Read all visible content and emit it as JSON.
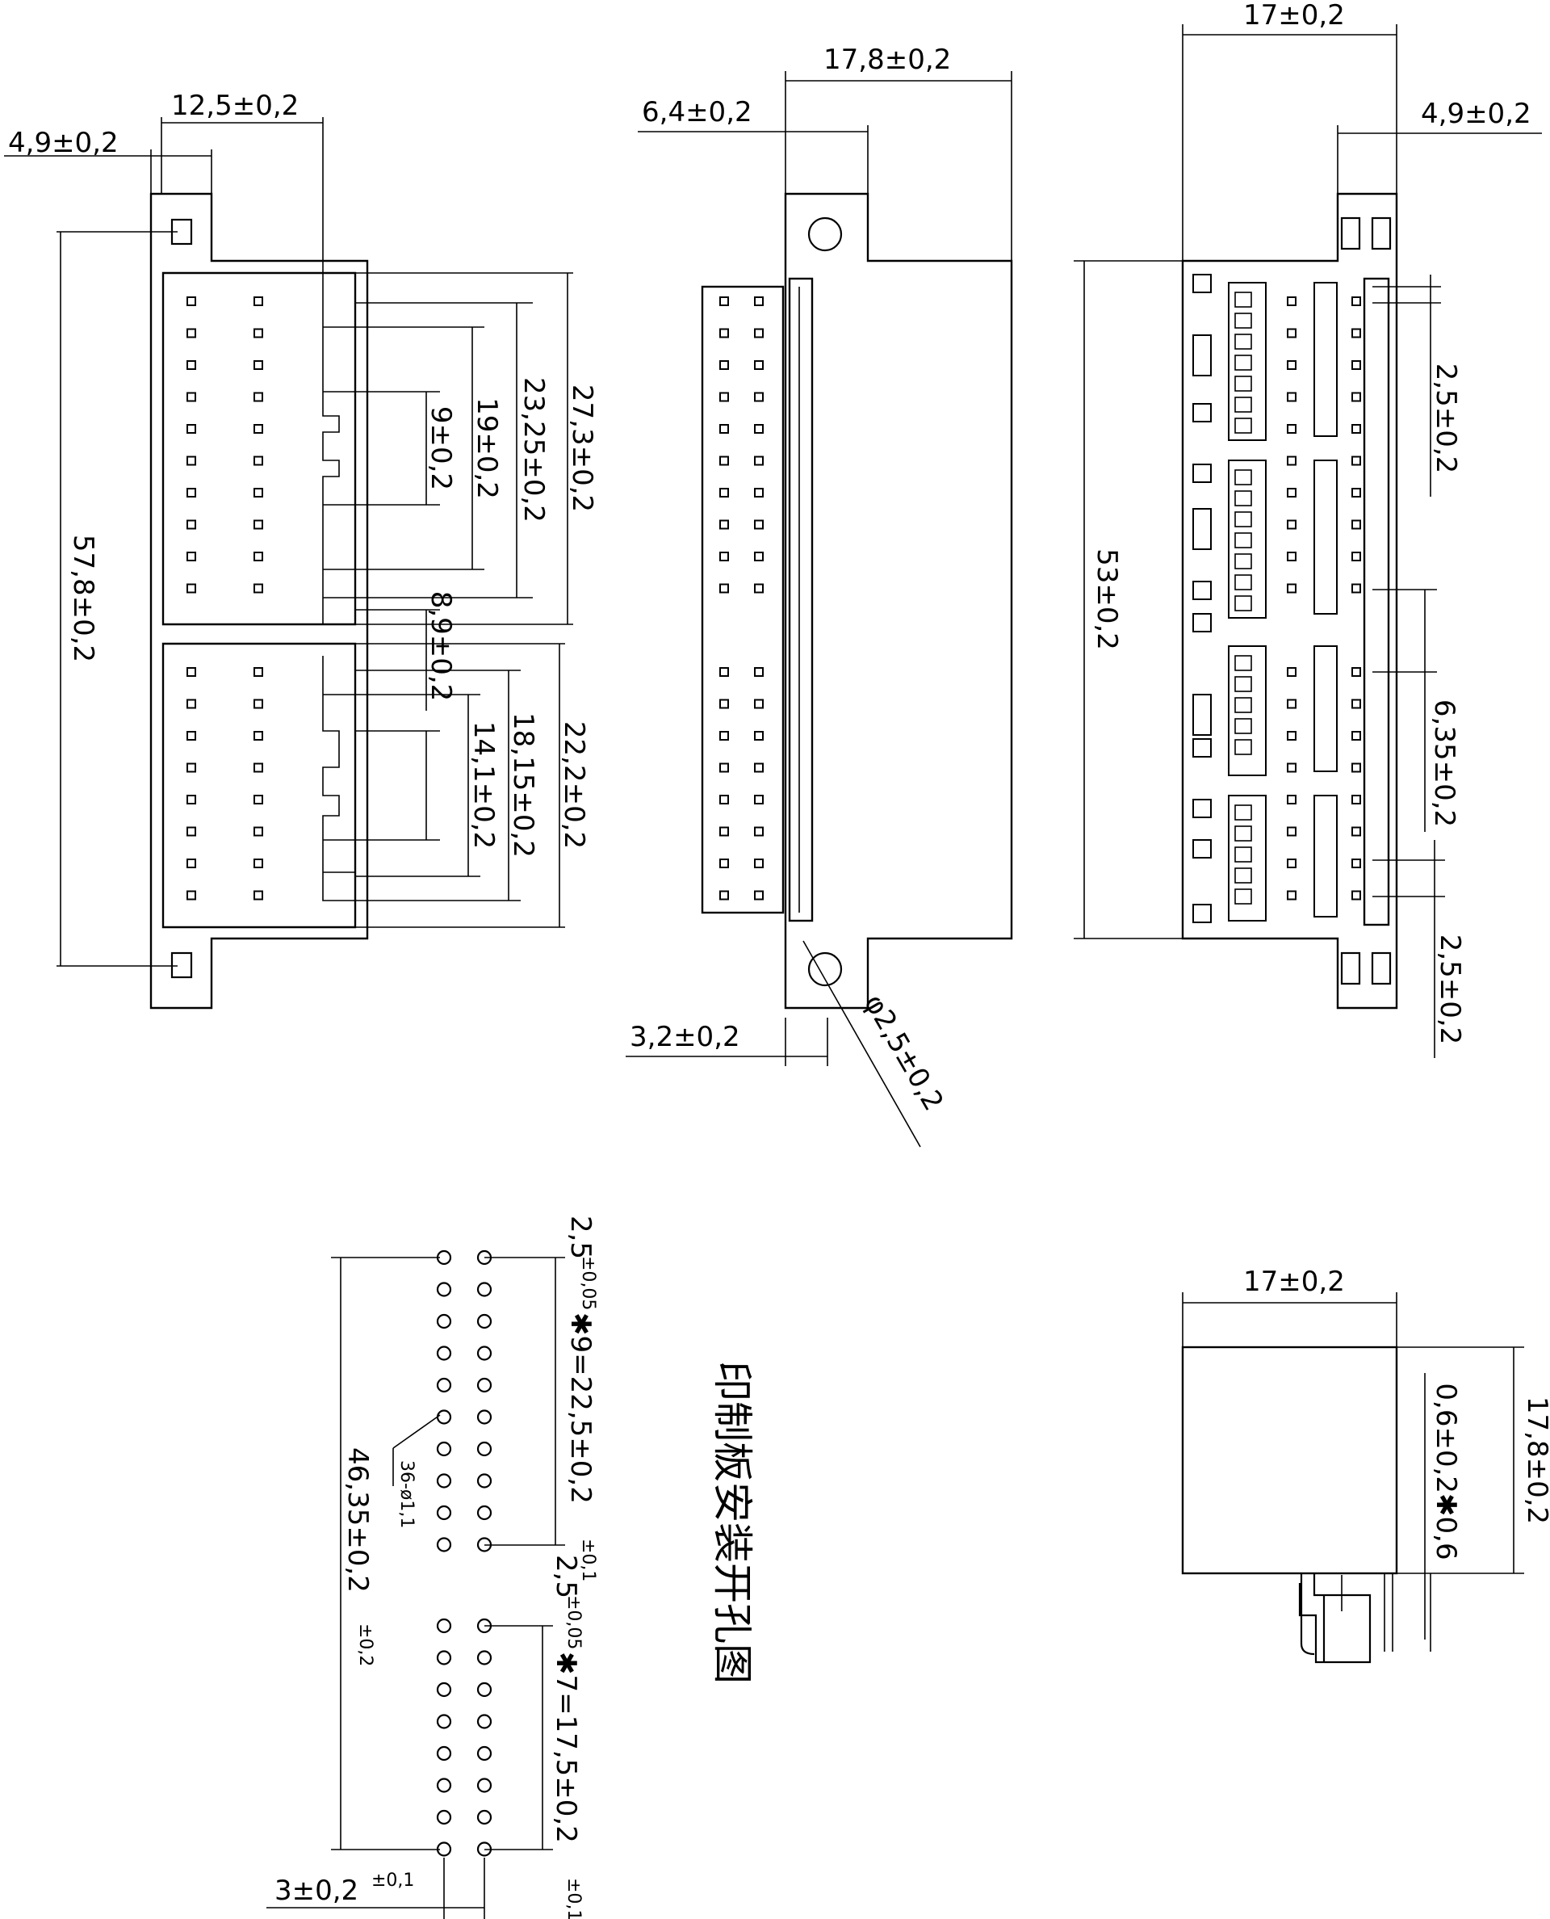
{
  "views": {
    "front": {
      "dims": {
        "tab_width": "4,9±0,2",
        "tab_offset": "12,5±0,2",
        "overall_height": "57,8±0,2",
        "upper_block": "27,3±0,2",
        "upper_pitch_span": "23,25±0,2",
        "upper_latch_span": "19±0,2",
        "upper_latch_inner": "9±0,2",
        "gap": "8,9±0,2",
        "lower_block": "22,2±0,2",
        "lower_pitch_span": "18,15±0,2",
        "lower_latch_span": "14,1±0,2"
      }
    },
    "side": {
      "dims": {
        "depth": "17,8±0,2",
        "flange_offset": "6,4±0,2",
        "hole_offset": "3,2±0,2",
        "hole_diameter": "φ2,5±0,2"
      }
    },
    "rear": {
      "dims": {
        "width": "17±0,2",
        "tab_width": "4,9±0,2",
        "height": "53±0,2",
        "pitch_top": "2,5±0,2",
        "pitch_mid": "6,35±0,2",
        "pitch_bottom": "2,5±0,2"
      }
    },
    "end": {
      "dims": {
        "width": "17±0,2",
        "height": "17,8±0,2",
        "pin_section": "0,6±0,2✱0,6"
      }
    },
    "pcb": {
      "title": "印制板安装开孔图",
      "dims": {
        "upper_pitch": "2,5",
        "upper_pitch_tol": "±0,05",
        "upper_pitch_formula": "✱9=22,5±0,2",
        "upper_pitch_extra_tol": "±0,1",
        "lower_pitch": "2,5",
        "lower_pitch_tol": "±0,05",
        "lower_pitch_formula": "✱7=17,5±0,2",
        "lower_pitch_extra_tol": "±0,1",
        "hole_callout": "36-ø1,1",
        "total_span": "46,35±0,2",
        "total_span_tol": "±0,2",
        "row_spacing": "3±0,2",
        "row_spacing_tol": "±0,1"
      }
    }
  }
}
